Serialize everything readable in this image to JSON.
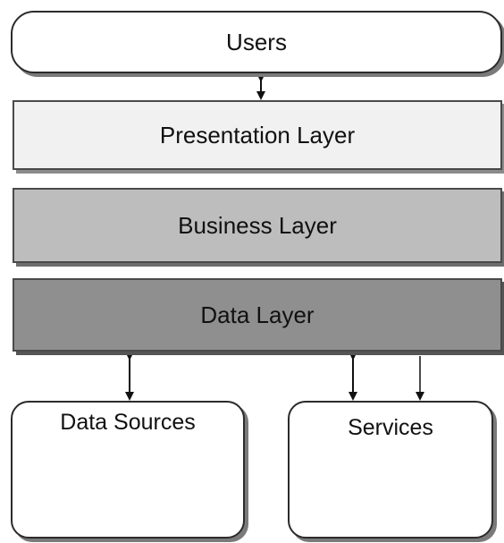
{
  "diagram": {
    "users": {
      "label": "Users"
    },
    "layers": [
      {
        "label": "Presentation Layer",
        "fill": "#f1f1f1"
      },
      {
        "label": "Business Layer",
        "fill": "#bdbdbd"
      },
      {
        "label": "Data Layer",
        "fill": "#8f8f8f"
      }
    ],
    "nodes": {
      "data_sources": {
        "label": "Data Sources",
        "icon": "database-cylinder-icon"
      },
      "services": {
        "label": "Services"
      }
    },
    "connectors": [
      {
        "from": "Users",
        "to": "Presentation Layer",
        "direction": "bidirectional"
      },
      {
        "from": "Data Layer",
        "to": "Data Sources",
        "direction": "bidirectional"
      },
      {
        "from": "Data Layer",
        "to": "Services",
        "direction": "bidirectional"
      },
      {
        "from": "Data Layer",
        "to": "Services",
        "direction": "one-way-down"
      }
    ],
    "colors": {
      "stroke": "#2b2b2b",
      "shadow": "#7a7a7a",
      "cylinder_fill": "#dcdcdc"
    }
  }
}
